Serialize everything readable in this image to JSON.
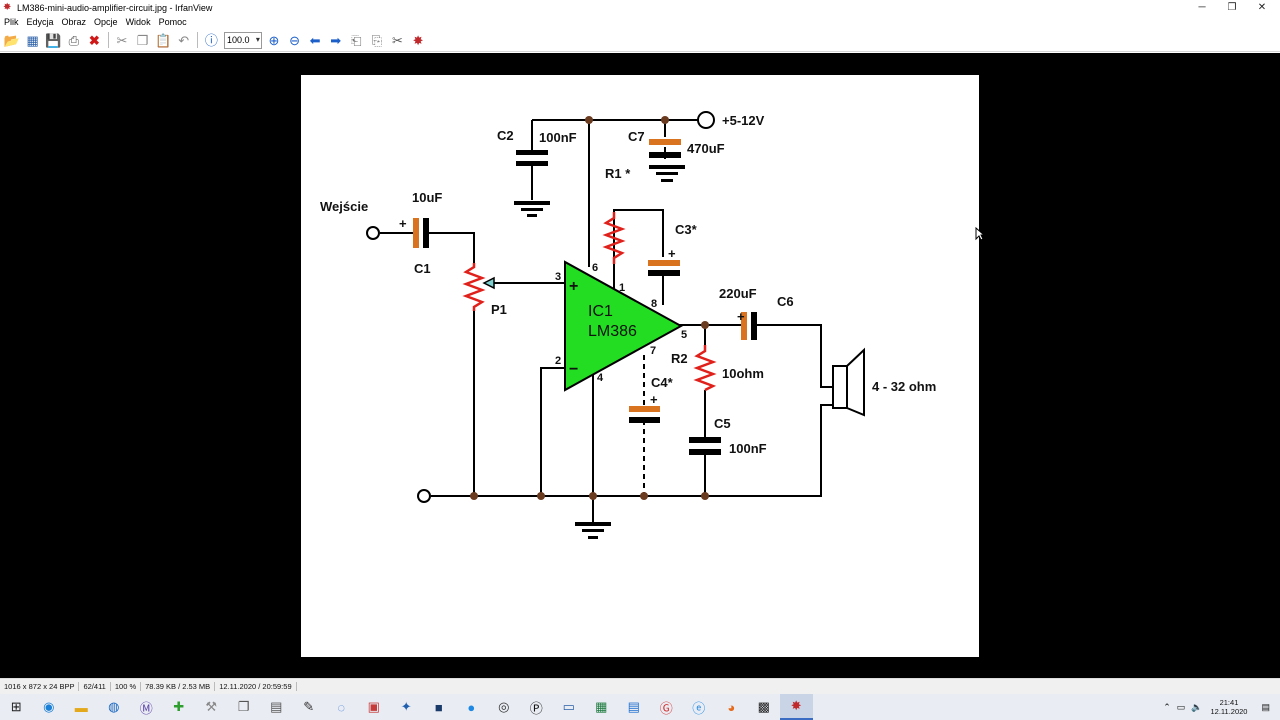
{
  "window": {
    "title": "LM386-mini-audio-amplifier-circuit.jpg - IrfanView",
    "minimize_icon": "minimize-icon",
    "restore_icon": "restore-icon",
    "close_icon": "close-icon"
  },
  "menu": {
    "items": [
      "Plik",
      "Edycja",
      "Obraz",
      "Opcje",
      "Widok",
      "Pomoc"
    ]
  },
  "toolbar": {
    "zoom_value": "100.0",
    "icons": [
      "open-folder-icon",
      "slideshow-icon",
      "save-icon",
      "print-icon",
      "delete-icon",
      "cut-icon",
      "copy-icon",
      "paste-icon",
      "undo-icon",
      "info-icon",
      "zoom-in-icon",
      "zoom-out-icon",
      "previous-icon",
      "next-icon",
      "first-page-icon",
      "last-page-icon",
      "settings-icon",
      "irfanview-icon"
    ]
  },
  "schematic": {
    "labels": {
      "c2": "C2",
      "c2_val": "100nF",
      "c7": "C7",
      "c7_val": "470uF",
      "supply": "+5-12V",
      "r1": "R1 *",
      "c3": "C3*",
      "input": "Wejście",
      "c1_val": "10uF",
      "c1": "C1",
      "p1": "P1",
      "ic_name": "IC1",
      "ic_part": "LM386",
      "pin3": "3",
      "pin6": "6",
      "pin1": "1",
      "pin8": "8",
      "pin5": "5",
      "pin2": "2",
      "pin7": "7",
      "pin4": "4",
      "plus_in": "+",
      "minus_in": "−",
      "c6_val": "220uF",
      "c6": "C6",
      "r2": "R2",
      "r2_val": "10ohm",
      "c4": "C4*",
      "c5": "C5",
      "c5_val": "100nF",
      "speaker": "4 - 32 ohm",
      "pol_plus": "+"
    },
    "colors": {
      "ic_fill": "#22dd22",
      "resistor": "#e0201a",
      "polarized_plate": "#d9731f",
      "wire": "#000000",
      "node": "#6b3b1f"
    }
  },
  "status": {
    "dimensions": "1016 x 872 x 24 BPP",
    "index": "62/411",
    "zoom": "100 %",
    "size": "78.39 KB / 2.53 MB",
    "datetime": "12.11.2020 / 20:59:59"
  },
  "taskbar": {
    "icons": [
      "start-icon",
      "edge-icon",
      "file-explorer-icon",
      "outlook-icon",
      "app-m-icon",
      "app-green-icon",
      "app-tool-icon",
      "app-window-icon",
      "app-paint-icon",
      "app-pen-icon",
      "app-globe-icon",
      "app-red-icon",
      "app-blue-icon",
      "app-dark-icon",
      "app-world-icon",
      "app-obs-icon",
      "app-p-icon",
      "app-monitor-icon",
      "excel-icon",
      "notepad-icon",
      "app-g-icon",
      "ie-icon",
      "firefox-icon",
      "app-film-icon",
      "irfanview-taskbar-icon"
    ],
    "time": "21:41",
    "date": "12.11.2020"
  }
}
